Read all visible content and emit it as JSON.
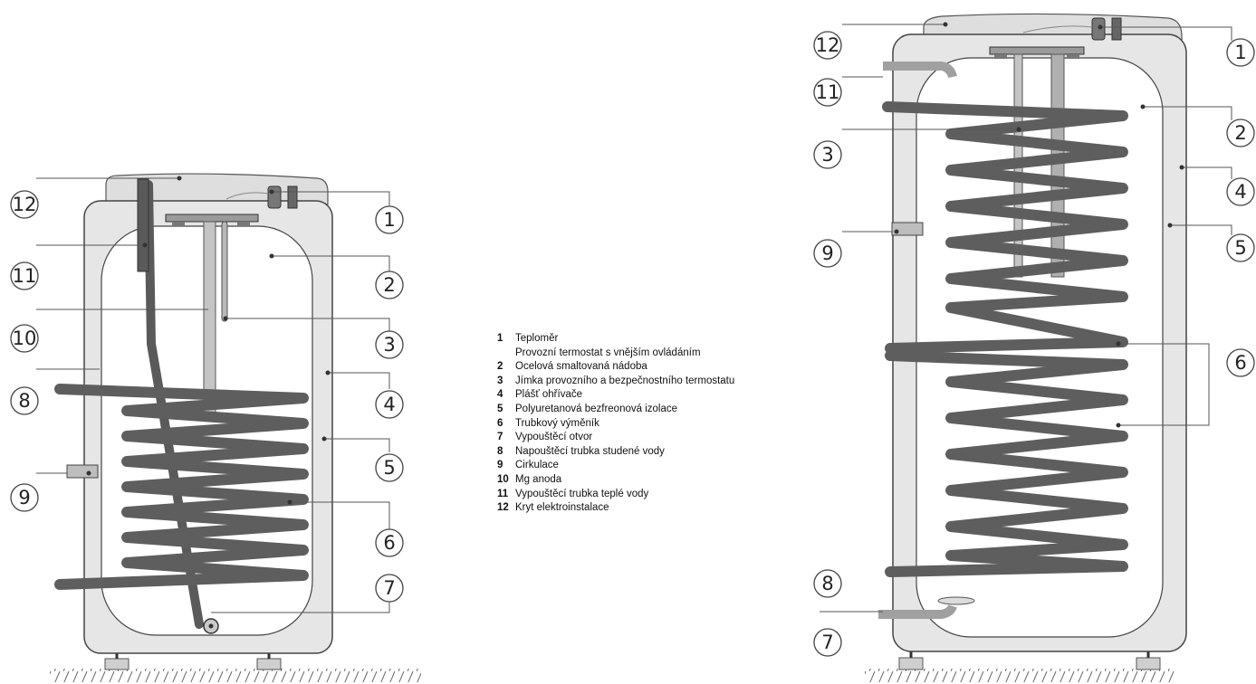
{
  "legend": [
    {
      "num": "1",
      "lines": [
        "Teploměr",
        "Provozní termostat s vnějším ovládáním"
      ]
    },
    {
      "num": "2",
      "lines": [
        "Ocelová smaltovaná nádoba"
      ]
    },
    {
      "num": "3",
      "lines": [
        "Jímka provozního a bezpečnostního termostatu"
      ]
    },
    {
      "num": "4",
      "lines": [
        "Plášť ohřívače"
      ]
    },
    {
      "num": "5",
      "lines": [
        "Polyuretanová bezfreonová izolace"
      ]
    },
    {
      "num": "6",
      "lines": [
        "Trubkový výměník"
      ]
    },
    {
      "num": "7",
      "lines": [
        "Vypouštěcí otvor"
      ]
    },
    {
      "num": "8",
      "lines": [
        "Napouštěcí trubka studené vody"
      ]
    },
    {
      "num": "9",
      "lines": [
        "Cirkulace"
      ]
    },
    {
      "num": "10",
      "lines": [
        "Mg anoda"
      ]
    },
    {
      "num": "11",
      "lines": [
        "Vypouštěcí trubka teplé vody"
      ]
    },
    {
      "num": "12",
      "lines": [
        "Kryt elektroinstalace"
      ]
    }
  ],
  "callouts": {
    "left_heater": [
      "12",
      "1",
      "11",
      "2",
      "10",
      "3",
      "8",
      "4",
      "5",
      "9",
      "6",
      "7"
    ],
    "right_heater": [
      "12",
      "1",
      "11",
      "2",
      "3",
      "4",
      "9",
      "5",
      "6",
      "8",
      "7"
    ]
  },
  "colors": {
    "jacket": "#e6e6e6",
    "tank": "#ffffff",
    "coil": "#5e5e5e",
    "pipe": "#a6a6a6",
    "outline": "#3a3a3a",
    "leader": "#555555"
  }
}
